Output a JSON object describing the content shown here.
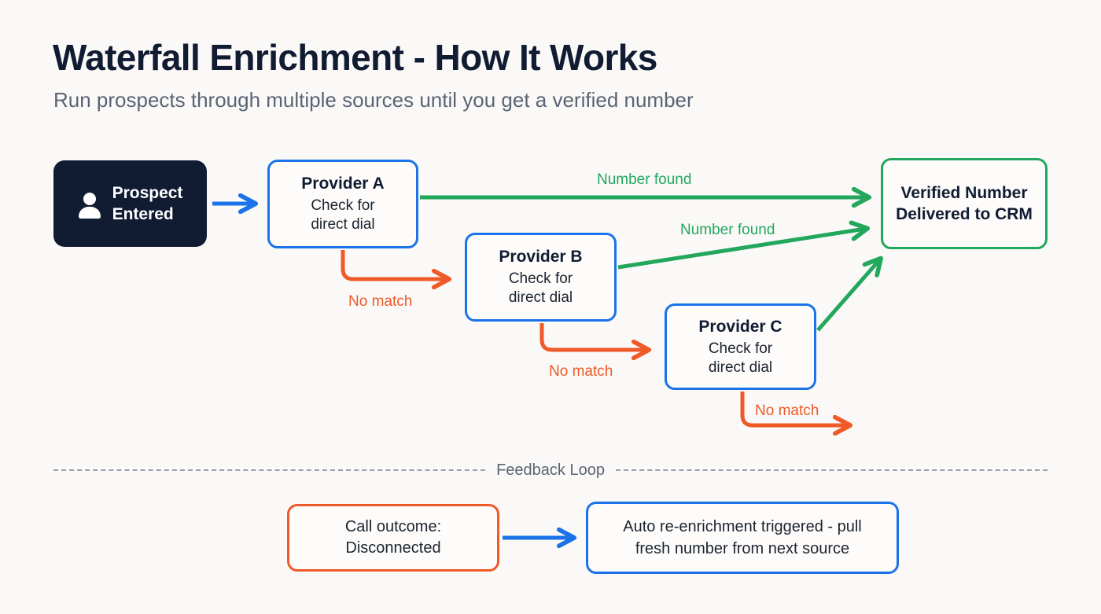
{
  "header": {
    "title": "Waterfall Enrichment - How It Works",
    "subtitle": "Run prospects through multiple sources until you get a verified number"
  },
  "nodes": {
    "prospect": {
      "label": "Prospect\nEntered",
      "icon": "person-icon"
    },
    "provider_a": {
      "title": "Provider A",
      "subtitle": "Check for\ndirect dial"
    },
    "provider_b": {
      "title": "Provider B",
      "subtitle": "Check for\ndirect dial"
    },
    "provider_c": {
      "title": "Provider C",
      "subtitle": "Check for\ndirect dial"
    },
    "verified": {
      "title": "Verified Number\nDelivered to CRM"
    },
    "call_outcome": {
      "text": "Call outcome:\nDisconnected"
    },
    "reenrichment": {
      "text": "Auto re-enrichment triggered - pull\nfresh number from next source"
    }
  },
  "edges": {
    "found_a": "Number found",
    "found_b": "Number found",
    "nomatch_a": "No match",
    "nomatch_b": "No match",
    "nomatch_c": "No match"
  },
  "feedback": {
    "label": "Feedback Loop"
  },
  "colors": {
    "background": "#faf9f7",
    "navy": "#111c33",
    "blue": "#1a73e8",
    "green": "#22a75d",
    "orange": "#f05a28",
    "muted": "#5b6474",
    "dash": "#9aa1ae"
  }
}
